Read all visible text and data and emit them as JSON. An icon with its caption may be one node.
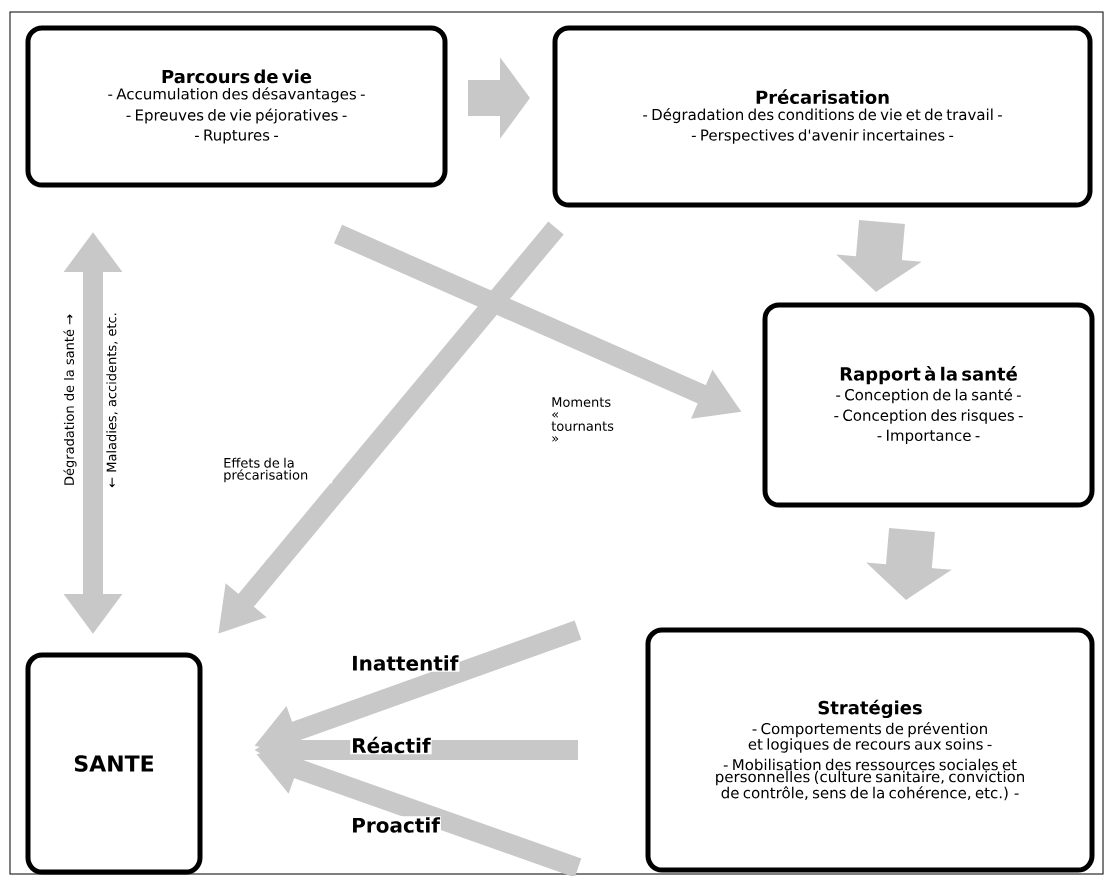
{
  "diagram": {
    "nodes": [
      {
        "text": [
          "Parcours de vie",
          "- Accumulation des désavantages -",
          "- Epreuves de vie péjoratives -",
          "- Ruptures -"
        ]
      },
      {
        "text": [
          "Précarisation",
          "- Dégradation des conditions de vie et de travail -",
          "- Perspectives d'avenir incertaines -"
        ]
      },
      {
        "text": [
          "Rapport à la santé",
          "- Conception de la santé -",
          "- Conception des risques -",
          "- Importance -"
        ]
      },
      {
        "text": [
          "Stratégies",
          "- Comportements de prévention et logiques de recours aux soins -",
          "- Mobilisation des ressources sociales et personnelles (culture sanitaire, conviction de contrôle, sens de la cohérence, etc.) -"
        ]
      },
      {
        "text": [
          "SANTE"
        ]
      }
    ],
    "edges": [
      {
        "from": 0,
        "to": 1,
        "arrow": "to",
        "style": "thick"
      },
      {
        "from": 1,
        "to": 2,
        "arrow": "to",
        "style": "thick"
      },
      {
        "from": 2,
        "to": 3,
        "arrow": "to",
        "style": "thick"
      },
      {
        "from": 0,
        "to": 4,
        "arrow": "both",
        "label": "Dégradation de la santé →"
      },
      {
        "from": 0,
        "to": 2,
        "arrow": "to",
        "label": "Moments « tournants »"
      },
      {
        "from": 1,
        "to": 4,
        "arrow": "to",
        "label": "Effets de la précarisation"
      },
      {
        "from": 3,
        "to": 4,
        "arrow": "to",
        "label": "Inattentif"
      },
      {
        "from": 3,
        "to": 4,
        "arrow": "to",
        "label": "Réactif"
      },
      {
        "from": 3,
        "to": 4,
        "arrow": "to",
        "label": "Proactif"
      }
    ],
    "labels": [
      "← Maladies, accidents, etc."
    ]
  }
}
